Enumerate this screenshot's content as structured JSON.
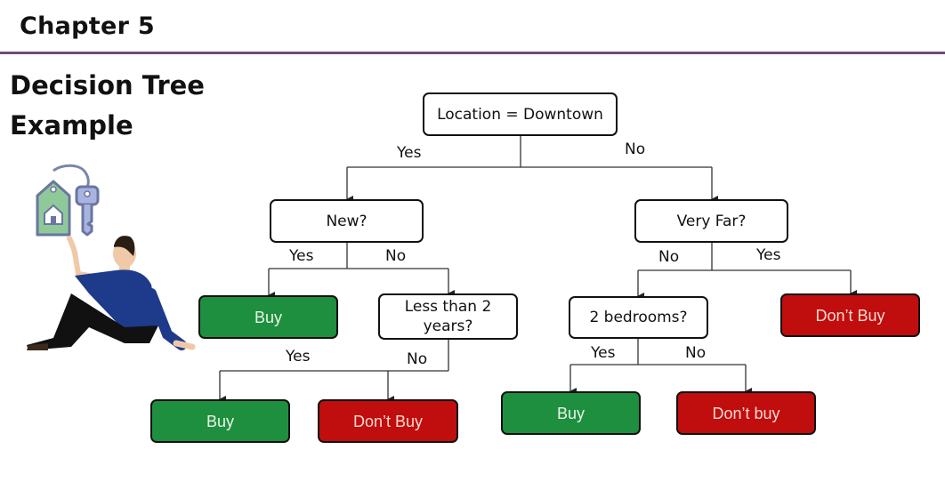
{
  "header": {
    "chapter": "Chapter 5",
    "title_line1": "Decision Tree",
    "title_line2": "Example"
  },
  "colors": {
    "rule": "#6e4a7e",
    "buy": "#1e8f3e",
    "dont_buy": "#c00d0d"
  },
  "illustration": {
    "icons": [
      "house-tag-icon",
      "key-icon"
    ],
    "figure": "seated-person"
  },
  "tree": {
    "root": "Location = Downtown",
    "new": "New?",
    "very_far": "Very Far?",
    "less_than_2": "Less than 2 years?",
    "two_bedrooms": "2 bedrooms?",
    "buy_1": "Buy",
    "buy_2": "Buy",
    "buy_3": "Buy",
    "dont_buy_1": "Don’t Buy",
    "dont_buy_2": "Don’t Buy",
    "dont_buy_3": "Don’t buy"
  },
  "edges": {
    "root_yes": "Yes",
    "root_no": "No",
    "new_yes": "Yes",
    "new_no": "No",
    "far_no": "No",
    "far_yes": "Yes",
    "less_yes": "Yes",
    "less_no": "No",
    "bed_yes": "Yes",
    "bed_no": "No"
  }
}
